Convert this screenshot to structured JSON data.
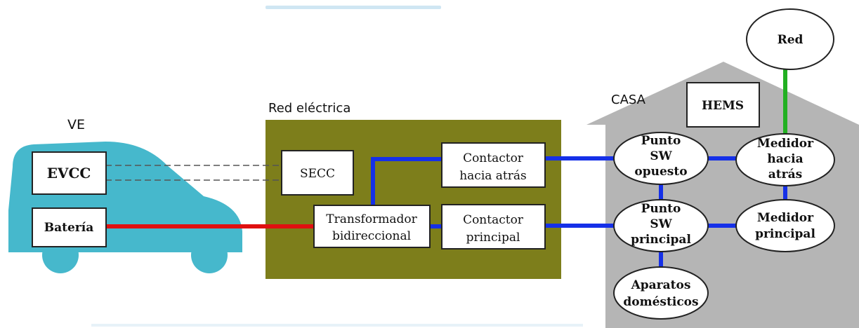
{
  "colors": {
    "car": "#46b8cc",
    "grid_box": "#7d7e1b",
    "house": "#b5b5b5",
    "battery_link": "#e01010",
    "power_link": "#1530e8",
    "grid_link": "#22b022",
    "box_fill": "#ffffff"
  },
  "labels": {
    "ve": "VE",
    "red_electrica": "Red eléctrica",
    "casa": "CASA"
  },
  "car": {
    "evcc": "EVCC",
    "bateria": "Batería"
  },
  "grid": {
    "secc": "SECC",
    "transformador_line1": "Transformador",
    "transformador_line2": "bidireccional",
    "contactor_atras_line1": "Contactor",
    "contactor_atras_line2": "hacia atrás",
    "contactor_principal_line1": "Contactor",
    "contactor_principal_line2": "principal"
  },
  "house": {
    "hems": "HEMS",
    "red": "Red",
    "punto_opuesto_line1": "Punto",
    "punto_opuesto_line2": "SW",
    "punto_opuesto_line3": "opuesto",
    "medidor_atras_line1": "Medidor",
    "medidor_atras_line2": "hacia",
    "medidor_atras_line3": "atrás",
    "punto_principal_line1": "Punto",
    "punto_principal_line2": "SW",
    "punto_principal_line3": "principal",
    "medidor_principal_line1": "Medidor",
    "medidor_principal_line2": "principal",
    "aparatos_line1": "Aparatos",
    "aparatos_line2": "domésticos"
  }
}
